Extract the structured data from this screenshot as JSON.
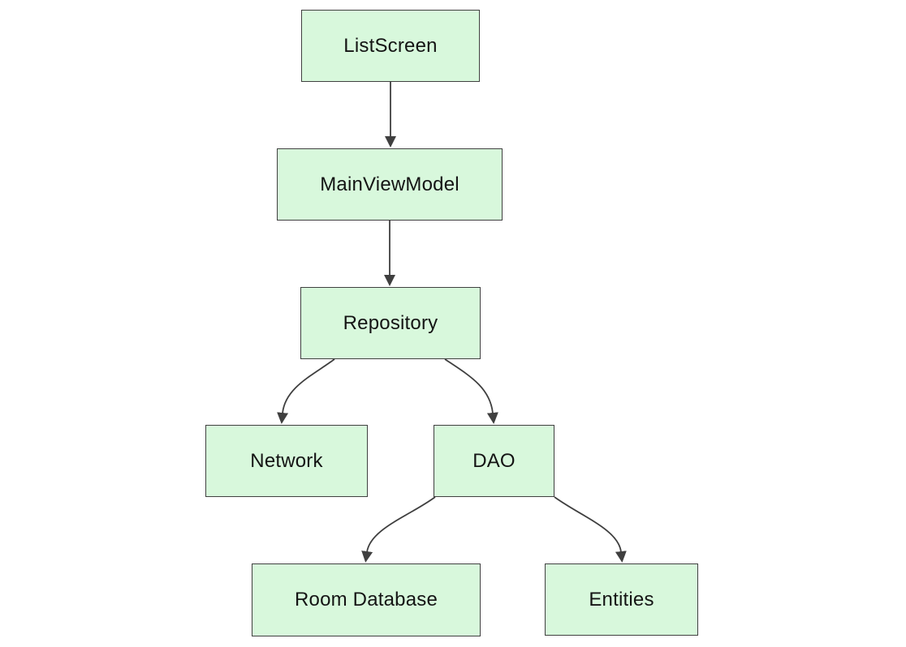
{
  "diagram": {
    "type": "flowchart-top-down",
    "background_color": "#ffffff",
    "node_fill_color": "#d8f8dc",
    "node_border_color": "#404040",
    "edge_color": "#3f3f3f",
    "text_color": "#141414",
    "nodes": [
      {
        "id": "listscreen",
        "label": "ListScreen"
      },
      {
        "id": "mainviewmodel",
        "label": "MainViewModel"
      },
      {
        "id": "repository",
        "label": "Repository"
      },
      {
        "id": "network",
        "label": "Network"
      },
      {
        "id": "dao",
        "label": "DAO"
      },
      {
        "id": "roomdatabase",
        "label": "Room Database"
      },
      {
        "id": "entities",
        "label": "Entities"
      }
    ],
    "edges": [
      {
        "from": "ListScreen",
        "to": "MainViewModel"
      },
      {
        "from": "MainViewModel",
        "to": "Repository"
      },
      {
        "from": "Repository",
        "to": "Network"
      },
      {
        "from": "Repository",
        "to": "DAO"
      },
      {
        "from": "DAO",
        "to": "Room Database"
      },
      {
        "from": "DAO",
        "to": "Entities"
      }
    ]
  }
}
